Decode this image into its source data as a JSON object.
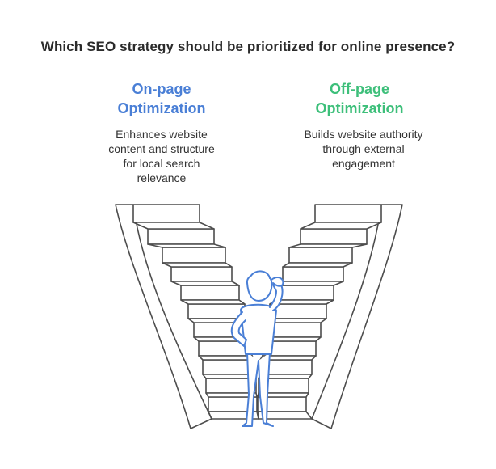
{
  "title": "Which SEO strategy should be prioritized for online presence?",
  "options": [
    {
      "title_lines": [
        "On-page",
        "Optimization"
      ],
      "description_lines": [
        "Enhances website",
        "content and structure",
        "for local search",
        "relevance"
      ],
      "color": "#4a7fd6"
    },
    {
      "title_lines": [
        "Off-page",
        "Optimization"
      ],
      "description_lines": [
        "Builds website authority",
        "through external",
        "engagement"
      ],
      "color": "#3dbf7a"
    }
  ],
  "colors": {
    "stroke": "#4d4d4d",
    "stair_fill": "#ffffff",
    "person_fill": "#ffffff",
    "person_stroke": "#4a7fd6"
  },
  "icons": {
    "person": "thinking-person-icon",
    "left_staircase": "staircase-icon",
    "right_staircase": "staircase-icon"
  }
}
